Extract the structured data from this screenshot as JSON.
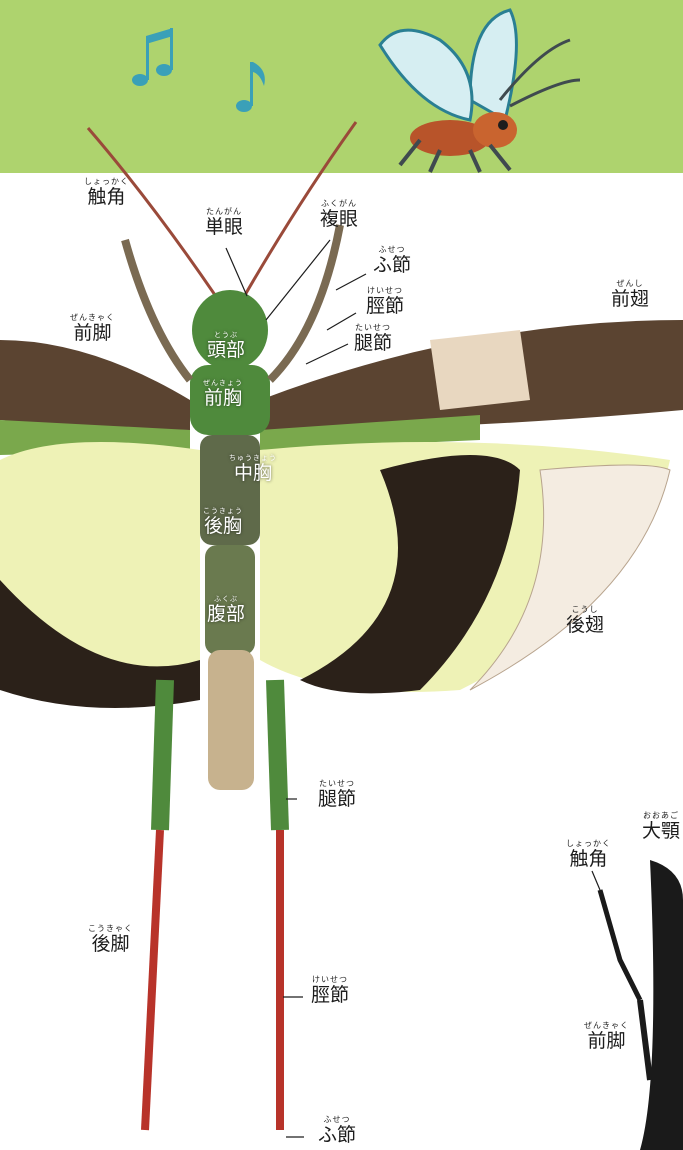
{
  "labels": {
    "antenna": {
      "ruby": "しょっかく",
      "text": "触角"
    },
    "ocellus": {
      "ruby": "たんがん",
      "text": "単眼"
    },
    "compound_eye": {
      "ruby": "ふくがん",
      "text": "複眼"
    },
    "tarsus_front": {
      "ruby": "ふせつ",
      "text": "ふ節"
    },
    "tibia_front": {
      "ruby": "けいせつ",
      "text": "脛節"
    },
    "femur_front": {
      "ruby": "たいせつ",
      "text": "腿節"
    },
    "foreleg": {
      "ruby": "ぜんきゃく",
      "text": "前脚"
    },
    "forewing": {
      "ruby": "ぜんし",
      "text": "前翅"
    },
    "head": {
      "ruby": "とうぶ",
      "text": "頭部"
    },
    "prothorax": {
      "ruby": "ぜんきょう",
      "text": "前胸"
    },
    "mesothorax": {
      "ruby": "ちゅうきょう",
      "text": "中胸"
    },
    "metathorax": {
      "ruby": "こうきょう",
      "text": "後胸"
    },
    "abdomen": {
      "ruby": "ふくぶ",
      "text": "腹部"
    },
    "hindwing": {
      "ruby": "こうし",
      "text": "後翅"
    },
    "femur_hind": {
      "ruby": "たいせつ",
      "text": "腿節"
    },
    "hindleg": {
      "ruby": "こうきゃく",
      "text": "後脚"
    },
    "tibia_hind": {
      "ruby": "けいせつ",
      "text": "脛節"
    },
    "tarsus_hind": {
      "ruby": "ふせつ",
      "text": "ふ節"
    },
    "beetle_mandible": {
      "ruby": "おおあご",
      "text": "大顎"
    },
    "beetle_antenna": {
      "ruby": "しょっかく",
      "text": "触角"
    },
    "beetle_foreleg": {
      "ruby": "ぜんきゃく",
      "text": "前脚"
    }
  },
  "colors": {
    "banner": "#aed36e",
    "note": "#3aa0b8",
    "body_green": "#4f8a3c",
    "hindwing_yellow": "#eef2b6",
    "wing_band": "#2b2119",
    "hind_tibia_red": "#b8332a"
  },
  "icons": [
    "music-note-icon",
    "cartoon-grasshopper-icon"
  ]
}
